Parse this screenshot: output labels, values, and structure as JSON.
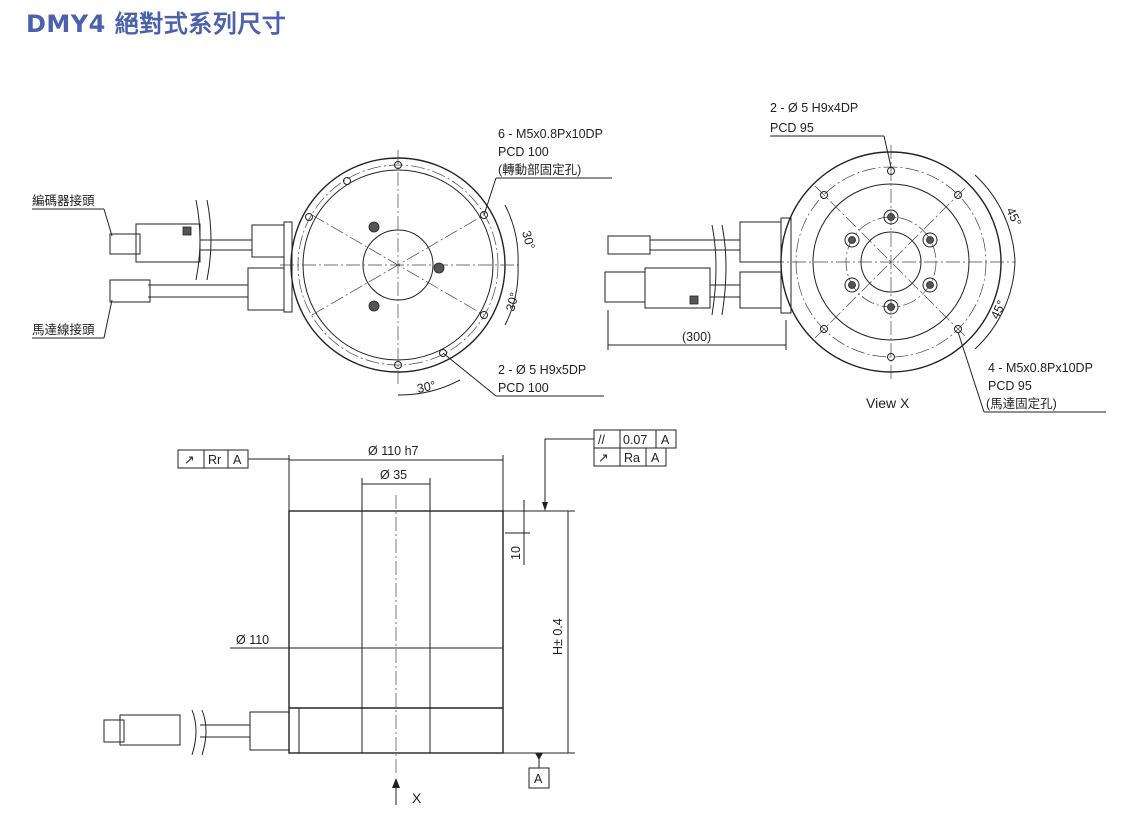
{
  "title": "DMY4 絕對式系列尺寸",
  "top_left_view": {
    "encoder_connector_label": "編碼器接頭",
    "motor_connector_label": "馬達線接頭",
    "rotor_holes": [
      "6 - M5x0.8Px10DP",
      "PCD 100",
      "(轉動部固定孔)"
    ],
    "pin_holes": [
      "2 - Ø 5  H9x5DP",
      "PCD 100"
    ],
    "angles": [
      "30°",
      "30°",
      "30°"
    ]
  },
  "top_right_view": {
    "pin_holes": [
      "2 - Ø 5  H9x4DP",
      "PCD 95"
    ],
    "stator_holes": [
      "4 - M5x0.8Px10DP",
      "PCD 95",
      "(馬達固定孔)"
    ],
    "angles": [
      "45°",
      "45°"
    ],
    "cable_length": "(300)",
    "view_label": "View X"
  },
  "side_view": {
    "outer_diameter": "Ø  110 h7",
    "bore_diameter": "Ø  35",
    "body_diameter": "Ø  110",
    "height": "H± 0.4",
    "flange_height": "10",
    "runout_frame": {
      "symbol": "↗",
      "value": "Rr",
      "datum": "A"
    },
    "parallel_frame": {
      "symbol": "//",
      "value": "0.07",
      "datum": "A"
    },
    "axial_runout_frame": {
      "symbol": "↗",
      "value": "Ra",
      "datum": "A"
    },
    "datum_label": "A",
    "view_arrow_label": "X"
  }
}
